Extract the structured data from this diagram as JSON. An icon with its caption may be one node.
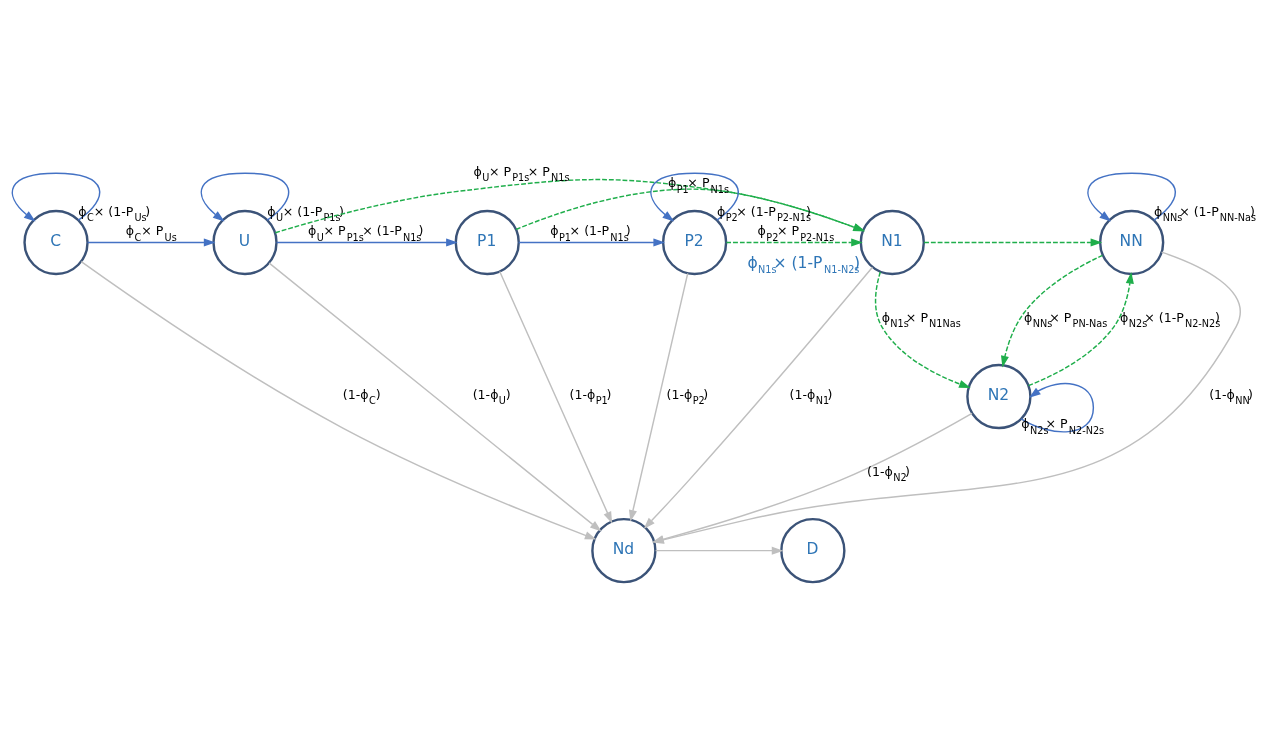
{
  "diagram": {
    "nodes": [
      {
        "text": [
          "C"
        ]
      },
      {
        "text": [
          "U"
        ]
      },
      {
        "text": [
          "P1"
        ]
      },
      {
        "text": [
          "P2"
        ]
      },
      {
        "text": [
          "N1"
        ],
        "beside": [
          "ϕ$_{N1s}$× (1-P$_{N1-N2s}$)"
        ]
      },
      {
        "text": [
          "NN"
        ]
      },
      {
        "text": [
          "N2"
        ]
      },
      {
        "text": [
          "Nd"
        ]
      },
      {
        "text": [
          "D"
        ]
      }
    ],
    "edges": [
      {
        "from": 0,
        "to": 0,
        "arrow": "to",
        "label": "ϕ$_{C}$× (1-P$_{Us}$)",
        "color": "#4472c4"
      },
      {
        "from": 0,
        "to": 1,
        "arrow": "to",
        "label": "ϕ$_{C}$× P$_{Us}$",
        "color": "#4472c4"
      },
      {
        "from": 1,
        "to": 1,
        "arrow": "to",
        "label": "ϕ$_{U}$× (1-P$_{P1s}$)",
        "color": "#4472c4"
      },
      {
        "from": 1,
        "to": 2,
        "arrow": "to",
        "label": "ϕ$_{U}$× P$_{P1s}$× (1-P$_{N1s}$)",
        "color": "#4472c4"
      },
      {
        "from": 1,
        "to": 4,
        "arrow": "to",
        "label": "ϕ$_{U}$× P$_{P1s}$× P$_{N1s}$",
        "style": "dashed",
        "color": "#1fae4b"
      },
      {
        "from": 2,
        "to": 3,
        "arrow": "to",
        "label": "ϕ$_{P1}$× (1-P$_{N1s}$)",
        "color": "#4472c4"
      },
      {
        "from": 2,
        "to": 4,
        "arrow": "to",
        "label": "ϕ$_{P1}$× P$_{N1s}$",
        "style": "dashed",
        "color": "#1fae4b"
      },
      {
        "from": 3,
        "to": 3,
        "arrow": "to",
        "label": "ϕ$_{P2}$× (1-P$_{P2-N1s}$)",
        "color": "#4472c4"
      },
      {
        "from": 3,
        "to": 4,
        "arrow": "to",
        "label": "ϕ$_{P2}$× P$_{P2-N1s}$",
        "style": "dashed",
        "color": "#1fae4b"
      },
      {
        "from": 4,
        "to": 5,
        "arrow": "to",
        "style": "dashed",
        "color": "#1fae4b"
      },
      {
        "from": 4,
        "to": 6,
        "arrow": "to",
        "label": "ϕ$_{N1s}$× P$_{N1Nas}$",
        "style": "dashed",
        "color": "#1fae4b"
      },
      {
        "from": 5,
        "to": 5,
        "arrow": "to",
        "label": "ϕ$_{NNs}$× (1-P$_{NN-Nas}$)",
        "color": "#4472c4"
      },
      {
        "from": 5,
        "to": 6,
        "arrow": "to",
        "label": "ϕ$_{NNs}$× P$_{PN-Nas}$",
        "style": "dashed",
        "color": "#1fae4b"
      },
      {
        "from": 6,
        "to": 5,
        "arrow": "to",
        "label": "ϕ$_{N2s}$× (1-P$_{N2-N2s}$)",
        "style": "dashed",
        "color": "#1fae4b"
      },
      {
        "from": 6,
        "to": 6,
        "arrow": "to",
        "label": "ϕ$_{N2s}$× P$_{N2-N2s}$",
        "color": "#4472c4"
      },
      {
        "from": 0,
        "to": 7,
        "arrow": "to",
        "label": "(1-ϕ$_{C}$)",
        "color": "#bfbfbf"
      },
      {
        "from": 1,
        "to": 7,
        "arrow": "to",
        "label": "(1-ϕ$_{U}$)",
        "color": "#bfbfbf"
      },
      {
        "from": 2,
        "to": 7,
        "arrow": "to",
        "label": "(1-ϕ$_{P1}$)",
        "color": "#bfbfbf"
      },
      {
        "from": 3,
        "to": 7,
        "arrow": "to",
        "label": "(1-ϕ$_{P2}$)",
        "color": "#bfbfbf"
      },
      {
        "from": 4,
        "to": 7,
        "arrow": "to",
        "label": "(1-ϕ$_{N1}$)",
        "color": "#bfbfbf"
      },
      {
        "from": 5,
        "to": 7,
        "arrow": "to",
        "label": "(1-ϕ$_{NN}$)",
        "color": "#bfbfbf"
      },
      {
        "from": 6,
        "to": 7,
        "arrow": "to",
        "label": "(1-ϕ$_{N2}$)",
        "color": "#bfbfbf"
      },
      {
        "from": 7,
        "to": 8,
        "arrow": "to",
        "color": "#bfbfbf"
      }
    ]
  }
}
